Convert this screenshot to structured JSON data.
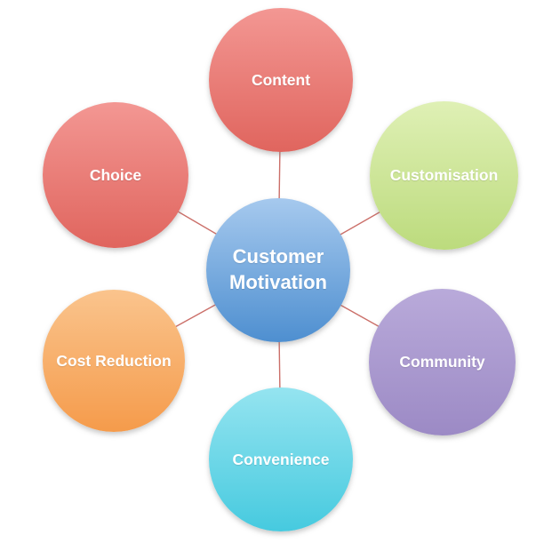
{
  "diagram": {
    "type": "radial",
    "colors": {
      "background": "#ffffff",
      "connector": "#cb6f69",
      "label_text": "#ffffff"
    },
    "hub": {
      "label": "Customer Motivation",
      "gradient_top": "#a6c9ee",
      "gradient_bottom": "#4e8fd0"
    },
    "nodes": [
      {
        "id": "content",
        "label": "Content",
        "gradient_top": "#f39793",
        "gradient_bottom": "#e0655e"
      },
      {
        "id": "customisation",
        "label": "Customisation",
        "gradient_top": "#dff0b5",
        "gradient_bottom": "#bcdb7d"
      },
      {
        "id": "community",
        "label": "Community",
        "gradient_top": "#b9aada",
        "gradient_bottom": "#9c8ac5"
      },
      {
        "id": "convenience",
        "label": "Convenience",
        "gradient_top": "#95e4f0",
        "gradient_bottom": "#46cadf"
      },
      {
        "id": "cost-reduction",
        "label": "Cost Reduction",
        "gradient_top": "#fac48d",
        "gradient_bottom": "#f59b4b"
      },
      {
        "id": "choice",
        "label": "Choice",
        "gradient_top": "#f39793",
        "gradient_bottom": "#e0655e"
      }
    ]
  }
}
